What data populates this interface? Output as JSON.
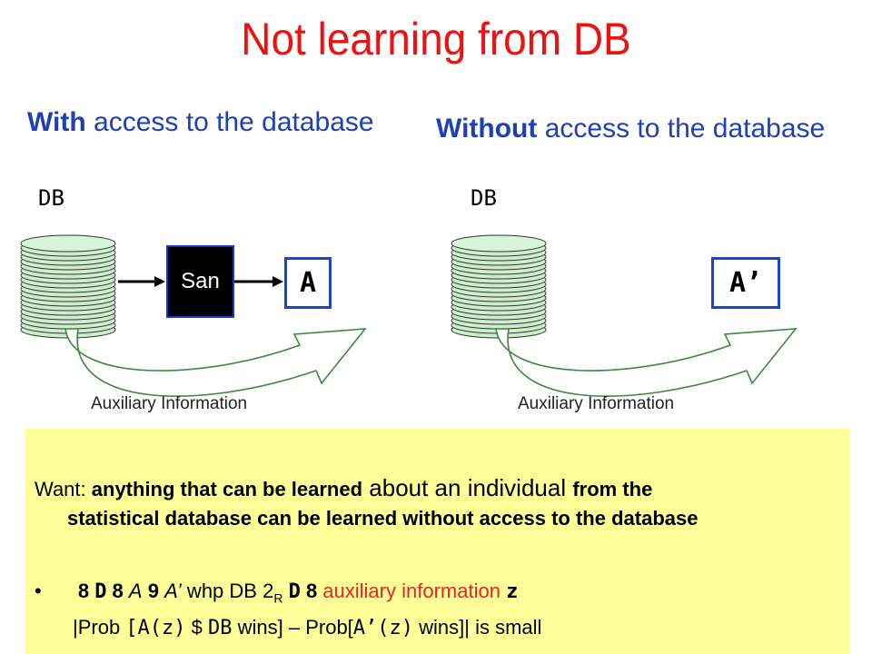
{
  "title": "Not learning from DB",
  "left": {
    "heading_bold": "With",
    "heading_rest": " access to the database",
    "db_label": "DB",
    "sanitizer_label": "San",
    "adversary_label": "A",
    "aux_label": "Auxiliary Information"
  },
  "right": {
    "heading_lead": "W",
    "heading_bold": "ithout",
    "heading_rest": " access to the database",
    "db_label": "DB",
    "adversary_label": "A’",
    "aux_label": "Auxiliary Information"
  },
  "panel": {
    "want_prefix": "Want: ",
    "want_bold1": "anything that can be learned",
    "want_mid": " about an individual ",
    "want_bold2": "from the",
    "want_line2": "statistical database can be learned without access to the database",
    "bullet": "•",
    "f_q1": "8 ",
    "f_D1": "D",
    "f_q2": " 8 ",
    "f_A1": "A",
    "f_q3": " 9 ",
    "f_A2": "A’",
    "f_whp": " whp ",
    "f_DB": "DB",
    "f_in": " 2",
    "f_R": "R",
    "f_sp": " ",
    "f_D2": "D",
    "f_q4": " 8 ",
    "f_auxinfo": "auxiliary information",
    "f_sp2": " ",
    "f_z": "z",
    "p_open": "|Prob ",
    "p_Az": "[A(z)",
    "p_dollar": " $ ",
    "p_DB": "DB",
    "p_wins1": " wins] – Prob[",
    "p_Apz": "A’(z)",
    "p_wins2": " wins]| is small"
  },
  "colors": {
    "title": "#ee1111",
    "heading": "#1f3fb4",
    "box_border": "#1a44d8",
    "panel_bg": "#ffff99",
    "db_disk": "#cdeecd",
    "highlight_red": "#ee2222"
  }
}
